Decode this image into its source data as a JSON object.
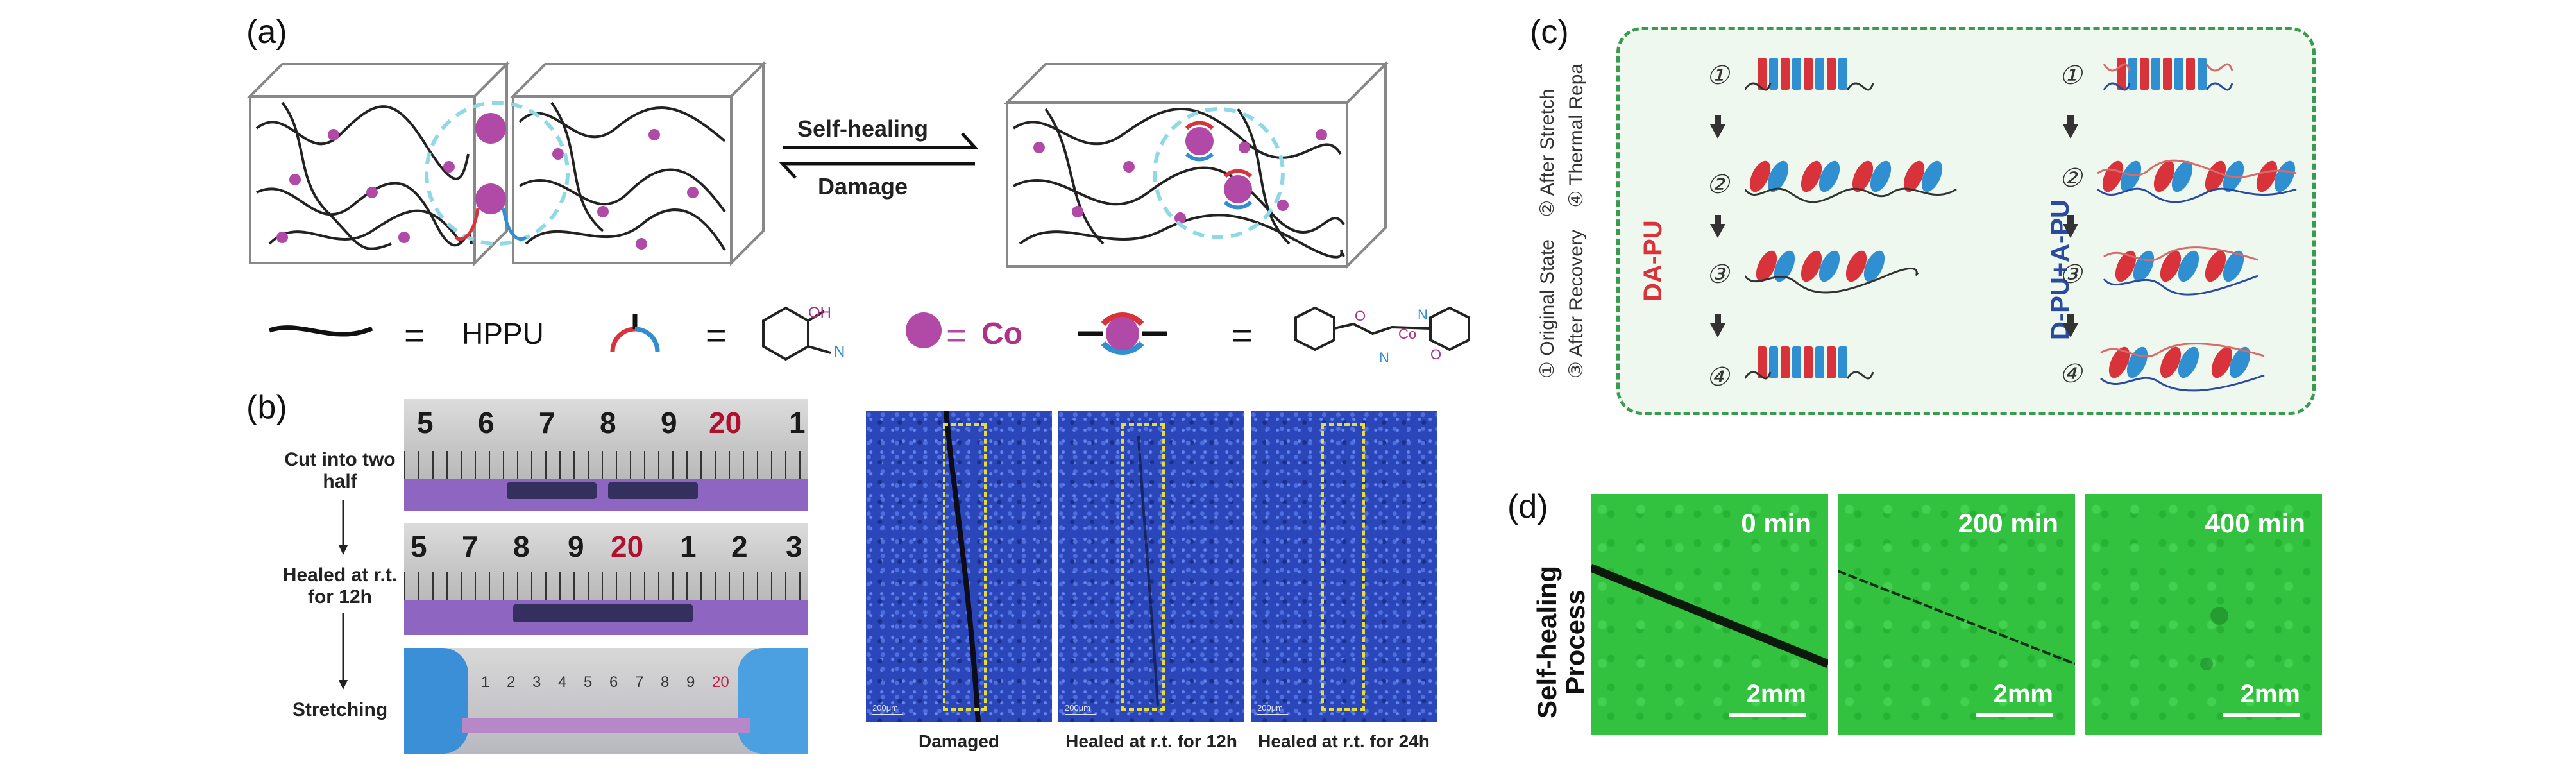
{
  "panels": {
    "a": "(a)",
    "b": "(b)",
    "c": "(c)",
    "d": "(d)"
  },
  "panel_a": {
    "arrow_top": "Self-healing",
    "arrow_bottom": "Damage",
    "legend": {
      "eq1": "=",
      "hppu": "HPPU",
      "eq2": "=",
      "eq3": "=",
      "co": "Co",
      "eq4": "=",
      "oh": "OH",
      "n1": "N",
      "co_small": "Co",
      "o1": "O",
      "o2": "O",
      "n2": "N",
      "n3": "N"
    }
  },
  "panel_b": {
    "steps": [
      "Cut into two half",
      "Healed at r.t. for 12h",
      "Stretching"
    ],
    "ruler1": [
      "5",
      "6",
      "7",
      "8",
      "9",
      "20",
      "1"
    ],
    "ruler2": [
      "5",
      "7",
      "8",
      "9",
      "20",
      "1",
      "2",
      "3"
    ],
    "ruler3": [
      "1",
      "2",
      "3",
      "4",
      "5",
      "6",
      "7",
      "8",
      "9",
      "20"
    ],
    "micro_captions": [
      "Damaged",
      "Healed at r.t. for 12h",
      "Healed at r.t. for 24h"
    ],
    "micro_scale": "200μm"
  },
  "panel_c": {
    "legend_col1": [
      "① Original State",
      "③ After Recovery"
    ],
    "legend_col2": [
      "② After Stretch",
      "④ Thermal Repa"
    ],
    "left_title": "DA-PU",
    "right_title": "D-PU+A-PU",
    "steps_left": [
      "①",
      "②",
      "③",
      "④"
    ],
    "steps_right": [
      "①",
      "②",
      "③",
      "④"
    ]
  },
  "panel_d": {
    "side_label_1": "Self-healing",
    "side_label_2": "Process",
    "times": [
      "0 min",
      "200 min",
      "400 min"
    ],
    "scale": "2mm"
  },
  "colors": {
    "co_purple": "#b04aa6",
    "cobalt_text": "#b0308a",
    "dash_cyan": "#8fd9e6",
    "panel_c_border": "#3a9a50",
    "panel_c_bg": "#eef8ef",
    "red_block": "#d8333a",
    "blue_block": "#2f8fd0",
    "micro_blue": "#2a46b8",
    "green_bg": "#32c23f"
  }
}
